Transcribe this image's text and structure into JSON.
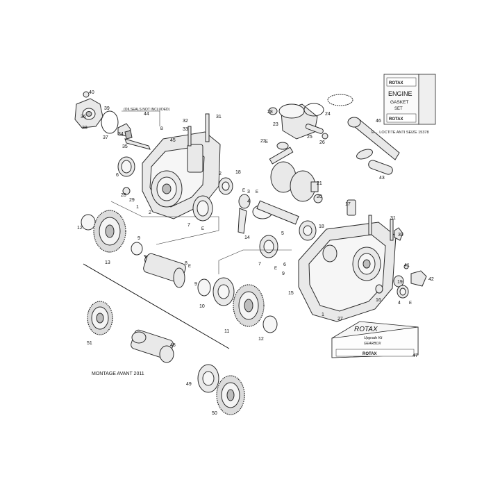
{
  "parts": {
    "p1a": "1",
    "p1b": "1",
    "p2a": "2",
    "p2b": "2",
    "p3": "3",
    "p4": "4",
    "p5": "5",
    "p6a": "6",
    "p6b": "6",
    "p7a": "7",
    "p7b": "7",
    "p8": "8",
    "p9a": "9",
    "p9b": "9",
    "p10": "10",
    "p11": "11",
    "p12a": "12",
    "p12b": "12",
    "p13": "13",
    "p14": "14",
    "p15": "15",
    "p16": "16",
    "p17": "17",
    "p18a": "18",
    "p18b": "18",
    "p19": "19",
    "p20": "20",
    "p21": "21",
    "p22": "22",
    "p23": "23",
    "p24": "24",
    "p25": "25",
    "p26": "26",
    "p27": "27",
    "p28a": "28",
    "p28b": "28",
    "p29": "29",
    "p30": "30",
    "p31a": "31",
    "p31b": "31",
    "p32": "32",
    "p33": "33",
    "p34": "34",
    "p35": "35",
    "p36": "36",
    "p37": "37",
    "p38": "38",
    "p39": "39",
    "p40": "40",
    "p41": "41",
    "p42": "42",
    "p43": "43",
    "p44": "44",
    "p45": "45",
    "p46": "46",
    "p47": "47",
    "p48": "48",
    "p49": "49",
    "p50": "50",
    "p51": "51"
  },
  "notes": {
    "oilseals": "(OILSEALS NOT INCLUDED)",
    "loctite": "E ... LOCTITE ANTI SEIZE 15378",
    "montage": "MONTAGE AVANT 2011",
    "e": "E",
    "b": "B"
  },
  "gasket_box": {
    "brand": "ROTAX",
    "line1": "ENGINE",
    "line2": "GASKET",
    "line3": "SET"
  },
  "upgrade_box": {
    "brand": "ROTAX",
    "line1": "Upgrade Kit",
    "line2": "GEARBOX"
  }
}
